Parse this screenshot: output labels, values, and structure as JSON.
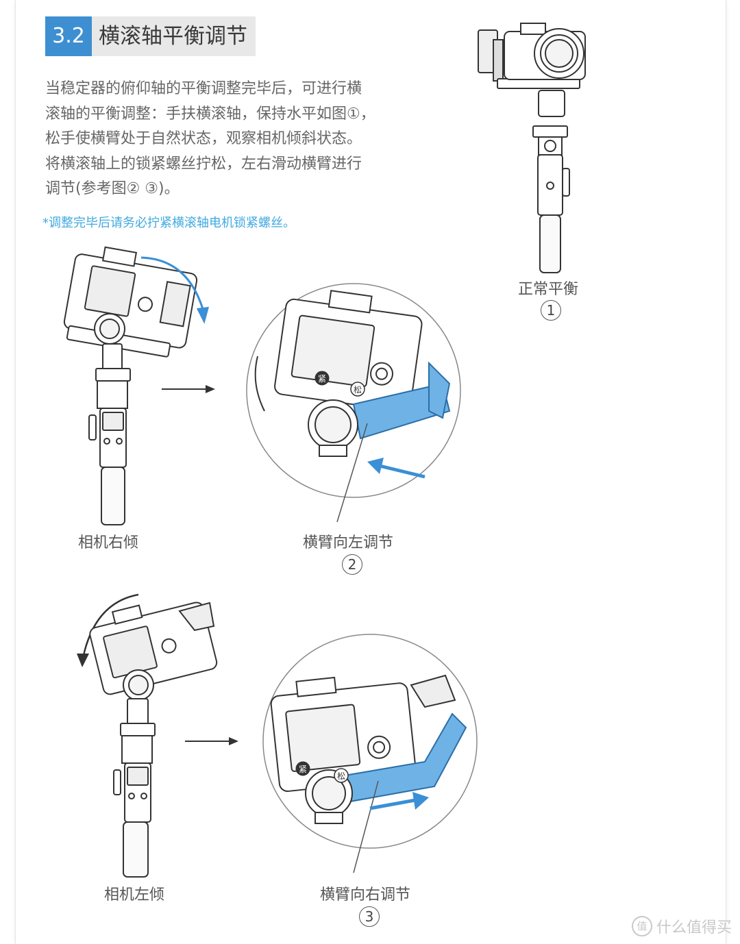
{
  "section": {
    "number": "3.2",
    "title": "横滚轴平衡调节"
  },
  "body_lines": [
    "当稳定器的俯仰轴的平衡调整完毕后，可进行横",
    "滚轴的平衡调整：手扶横滚轴，保持水平如图①，",
    "松手使横臂处于自然状态，观察相机倾斜状态。",
    "将横滚轴上的锁紧螺丝拧松，左右滑动横臂进行",
    "调节(参考图② ③)。"
  ],
  "note": "*调整完毕后请务必拧紧横滚轴电机锁紧螺丝。",
  "figures": {
    "fig1": {
      "caption": "正常平衡",
      "number": "1"
    },
    "tilt_right": {
      "caption": "相机右倾"
    },
    "fig2": {
      "caption": "横臂向左调节",
      "number": "2"
    },
    "tilt_left": {
      "caption": "相机左倾"
    },
    "fig3": {
      "caption": "横臂向右调节",
      "number": "3"
    }
  },
  "knob_labels": {
    "lock": "紧",
    "loose": "松"
  },
  "watermark": {
    "text": "什么值得买",
    "icon": "值"
  },
  "colors": {
    "accent": "#3d8fd1",
    "note": "#3fa9e0",
    "arm_fill": "#6fb3e6",
    "arrow": "#3a8fd6"
  }
}
